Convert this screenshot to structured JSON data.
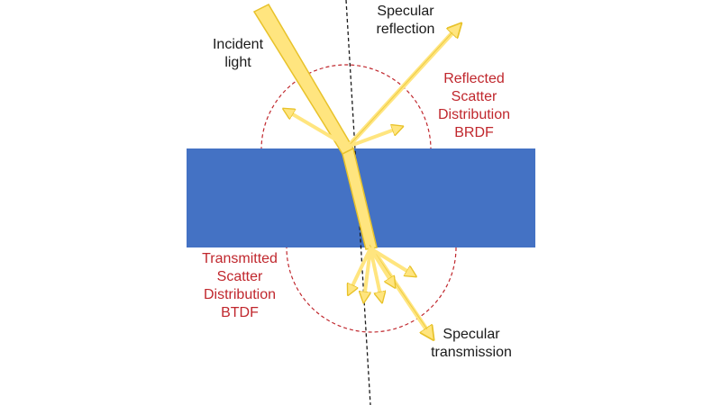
{
  "colors": {
    "slab": "#4472c4",
    "beam_fill": "#ffe57f",
    "beam_stroke": "#e8c22a",
    "dashed_circle": "#c0272d",
    "normal_line": "#1a1a1a",
    "label_red": "#c0272d"
  },
  "labels": {
    "incident": [
      "Incident",
      "light"
    ],
    "specular_reflection": [
      "Specular",
      "reflection"
    ],
    "reflected_scatter": [
      "Reflected",
      "Scatter",
      "Distribution"
    ],
    "brdf": "BRDF",
    "transmitted_scatter": [
      "Transmitted",
      "Scatter",
      "Distribution"
    ],
    "btdf": "BTDF",
    "specular_transmission": [
      "Specular",
      "transmission"
    ]
  }
}
